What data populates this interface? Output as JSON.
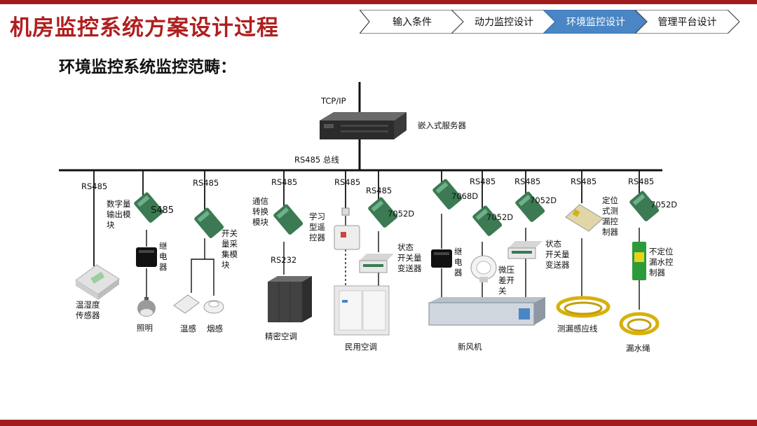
{
  "header": {
    "title": "机房监控系统方案设计过程",
    "steps": [
      {
        "label": "输入条件",
        "active": false
      },
      {
        "label": "动力监控设计",
        "active": false
      },
      {
        "label": "环境监控设计",
        "active": true
      },
      {
        "label": "管理平台设计",
        "active": false
      }
    ]
  },
  "subtitle": "环境监控系统监控范畴：",
  "colors": {
    "brand_red": "#b01e1e",
    "active_step": "#4a86c5",
    "bus": "#111111"
  },
  "diagram": {
    "tcpip": "TCP/IP",
    "server": "嵌入式服务器",
    "bus": "RS485 总线",
    "labels": {
      "rs485_1": "RS485",
      "digital_output": "数字量\n输出模\n块",
      "s485": "S485",
      "relay_1": "继\n电\n器",
      "temp_humidity": "温湿度\n传感器",
      "lighting": "照明",
      "rs485_2": "RS485",
      "switch_module": "开关\n量采\n集模\n块",
      "temp": "温感",
      "smoke": "烟感",
      "rs485_3": "RS485",
      "comm_module": "通信\n转换\n模块",
      "rs232": "RS232",
      "precision_ac": "精密空调",
      "rs485_4": "RS485",
      "learning_remote": "学习\n型遥\n控器",
      "rs485_5": "RS485",
      "m7052d_1": "7052D",
      "status_tx_1": "状态\n开关量\n变送器",
      "civil_ac": "民用空调",
      "m7068d": "7068D",
      "relay_2": "继\n电\n器",
      "rs485_6": "RS485",
      "m7052d_2": "7052D",
      "micro_pressure": "微压\n差开\n关",
      "rs485_7": "RS485",
      "m7052d_3": "7052D",
      "status_tx_2": "状态\n开关量\n变送器",
      "fresh_air": "新风机",
      "rs485_8": "RS485",
      "locate_leak_ctrl": "定位\n式测\n漏控\n制器",
      "leak_sensing_line": "测漏感应线",
      "rs485_9": "RS485",
      "m7052d_4": "7052D",
      "nonlocate_leak_ctrl": "不定位\n漏水控\n制器",
      "water_rope": "漏水绳"
    }
  }
}
